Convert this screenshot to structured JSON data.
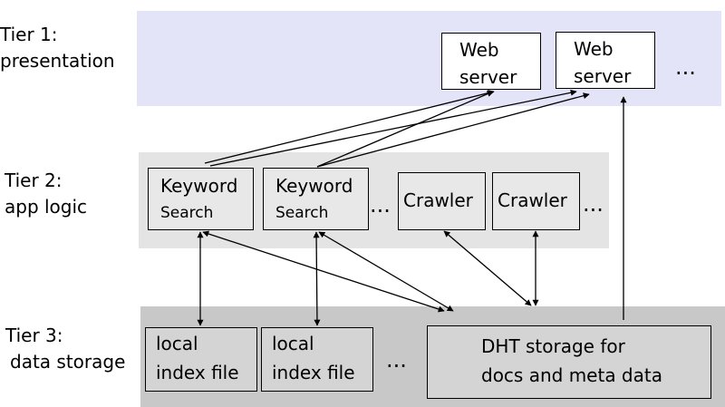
{
  "colors": {
    "tier1_band": "#e3e4f7",
    "tier2_band": "#e4e4e4",
    "tier3_band": "#c8c8c8",
    "box_light": "#ffffff",
    "box_tier2": "#e8e8e8",
    "box_tier3": "#d4d4d4",
    "stroke": "#000000"
  },
  "tiers": [
    {
      "line1": "Tier 1:",
      "line2": "presentation"
    },
    {
      "line1": "Tier 2:",
      "line2": "app logic"
    },
    {
      "line1": "Tier 3:",
      "line2": "data storage"
    }
  ],
  "tier1": {
    "web_servers": [
      {
        "line1": "Web",
        "line2": "server"
      },
      {
        "line1": "Web",
        "line2": "server"
      }
    ],
    "ellipsis": "..."
  },
  "tier2": {
    "keyword_search": [
      {
        "line1": "Keyword",
        "line2": "Search"
      },
      {
        "line1": "Keyword",
        "line2": "Search"
      }
    ],
    "crawlers": [
      "Crawler",
      "Crawler"
    ],
    "ellipsis_mid": "...",
    "ellipsis_end": "..."
  },
  "tier3": {
    "index_files": [
      {
        "line1": "local",
        "line2": "index file"
      },
      {
        "line1": "local",
        "line2": "index file"
      }
    ],
    "ellipsis": "...",
    "dht": {
      "line1": "DHT storage for",
      "line2": "docs and meta data"
    }
  }
}
